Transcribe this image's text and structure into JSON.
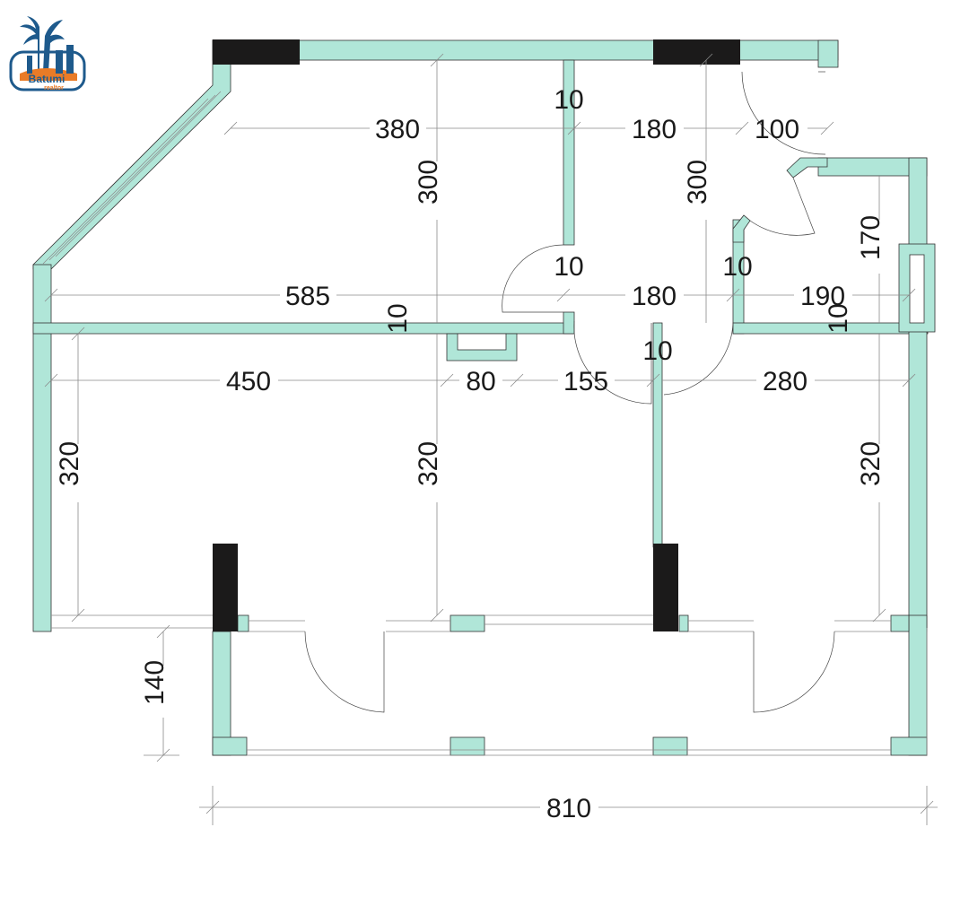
{
  "colors": {
    "wall": "#b0e6d8",
    "column": "#1b1a1a",
    "dimension_line": "#8a8a8a",
    "text": "#1a1a1a",
    "logo_accent": "#e97b27",
    "logo_primary": "#1e5a8c"
  },
  "logo": {
    "icon": "palm-tree-logo-icon",
    "name": "Batumi",
    "tagline": "realtor"
  },
  "dimensions": {
    "d380": "380",
    "d180_top": "180",
    "d100": "100",
    "d300_left": "300",
    "d300_right": "300",
    "d170": "170",
    "d10_upper": "10",
    "d10_mid_left": "10",
    "d10_mid_right": "10",
    "d585": "585",
    "d180_mid": "180",
    "d190": "190",
    "d10_vertical_left": "10",
    "d10_vertical_right": "10",
    "d10_lower": "10",
    "d450": "450",
    "d80": "80",
    "d155": "155",
    "d280": "280",
    "d320_left": "320",
    "d320_center": "320",
    "d320_right": "320",
    "d140": "140",
    "d810": "810"
  }
}
